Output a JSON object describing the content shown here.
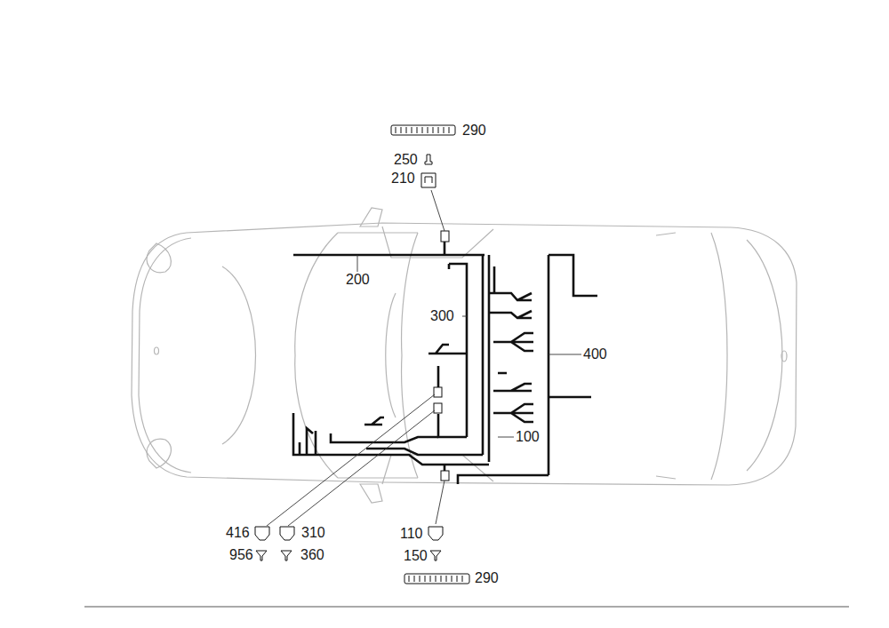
{
  "diagram": {
    "labels": [
      "290",
      "250",
      "210",
      "200",
      "300",
      "400",
      "100",
      "416",
      "310",
      "110",
      "956",
      "360",
      "150",
      "290"
    ]
  }
}
